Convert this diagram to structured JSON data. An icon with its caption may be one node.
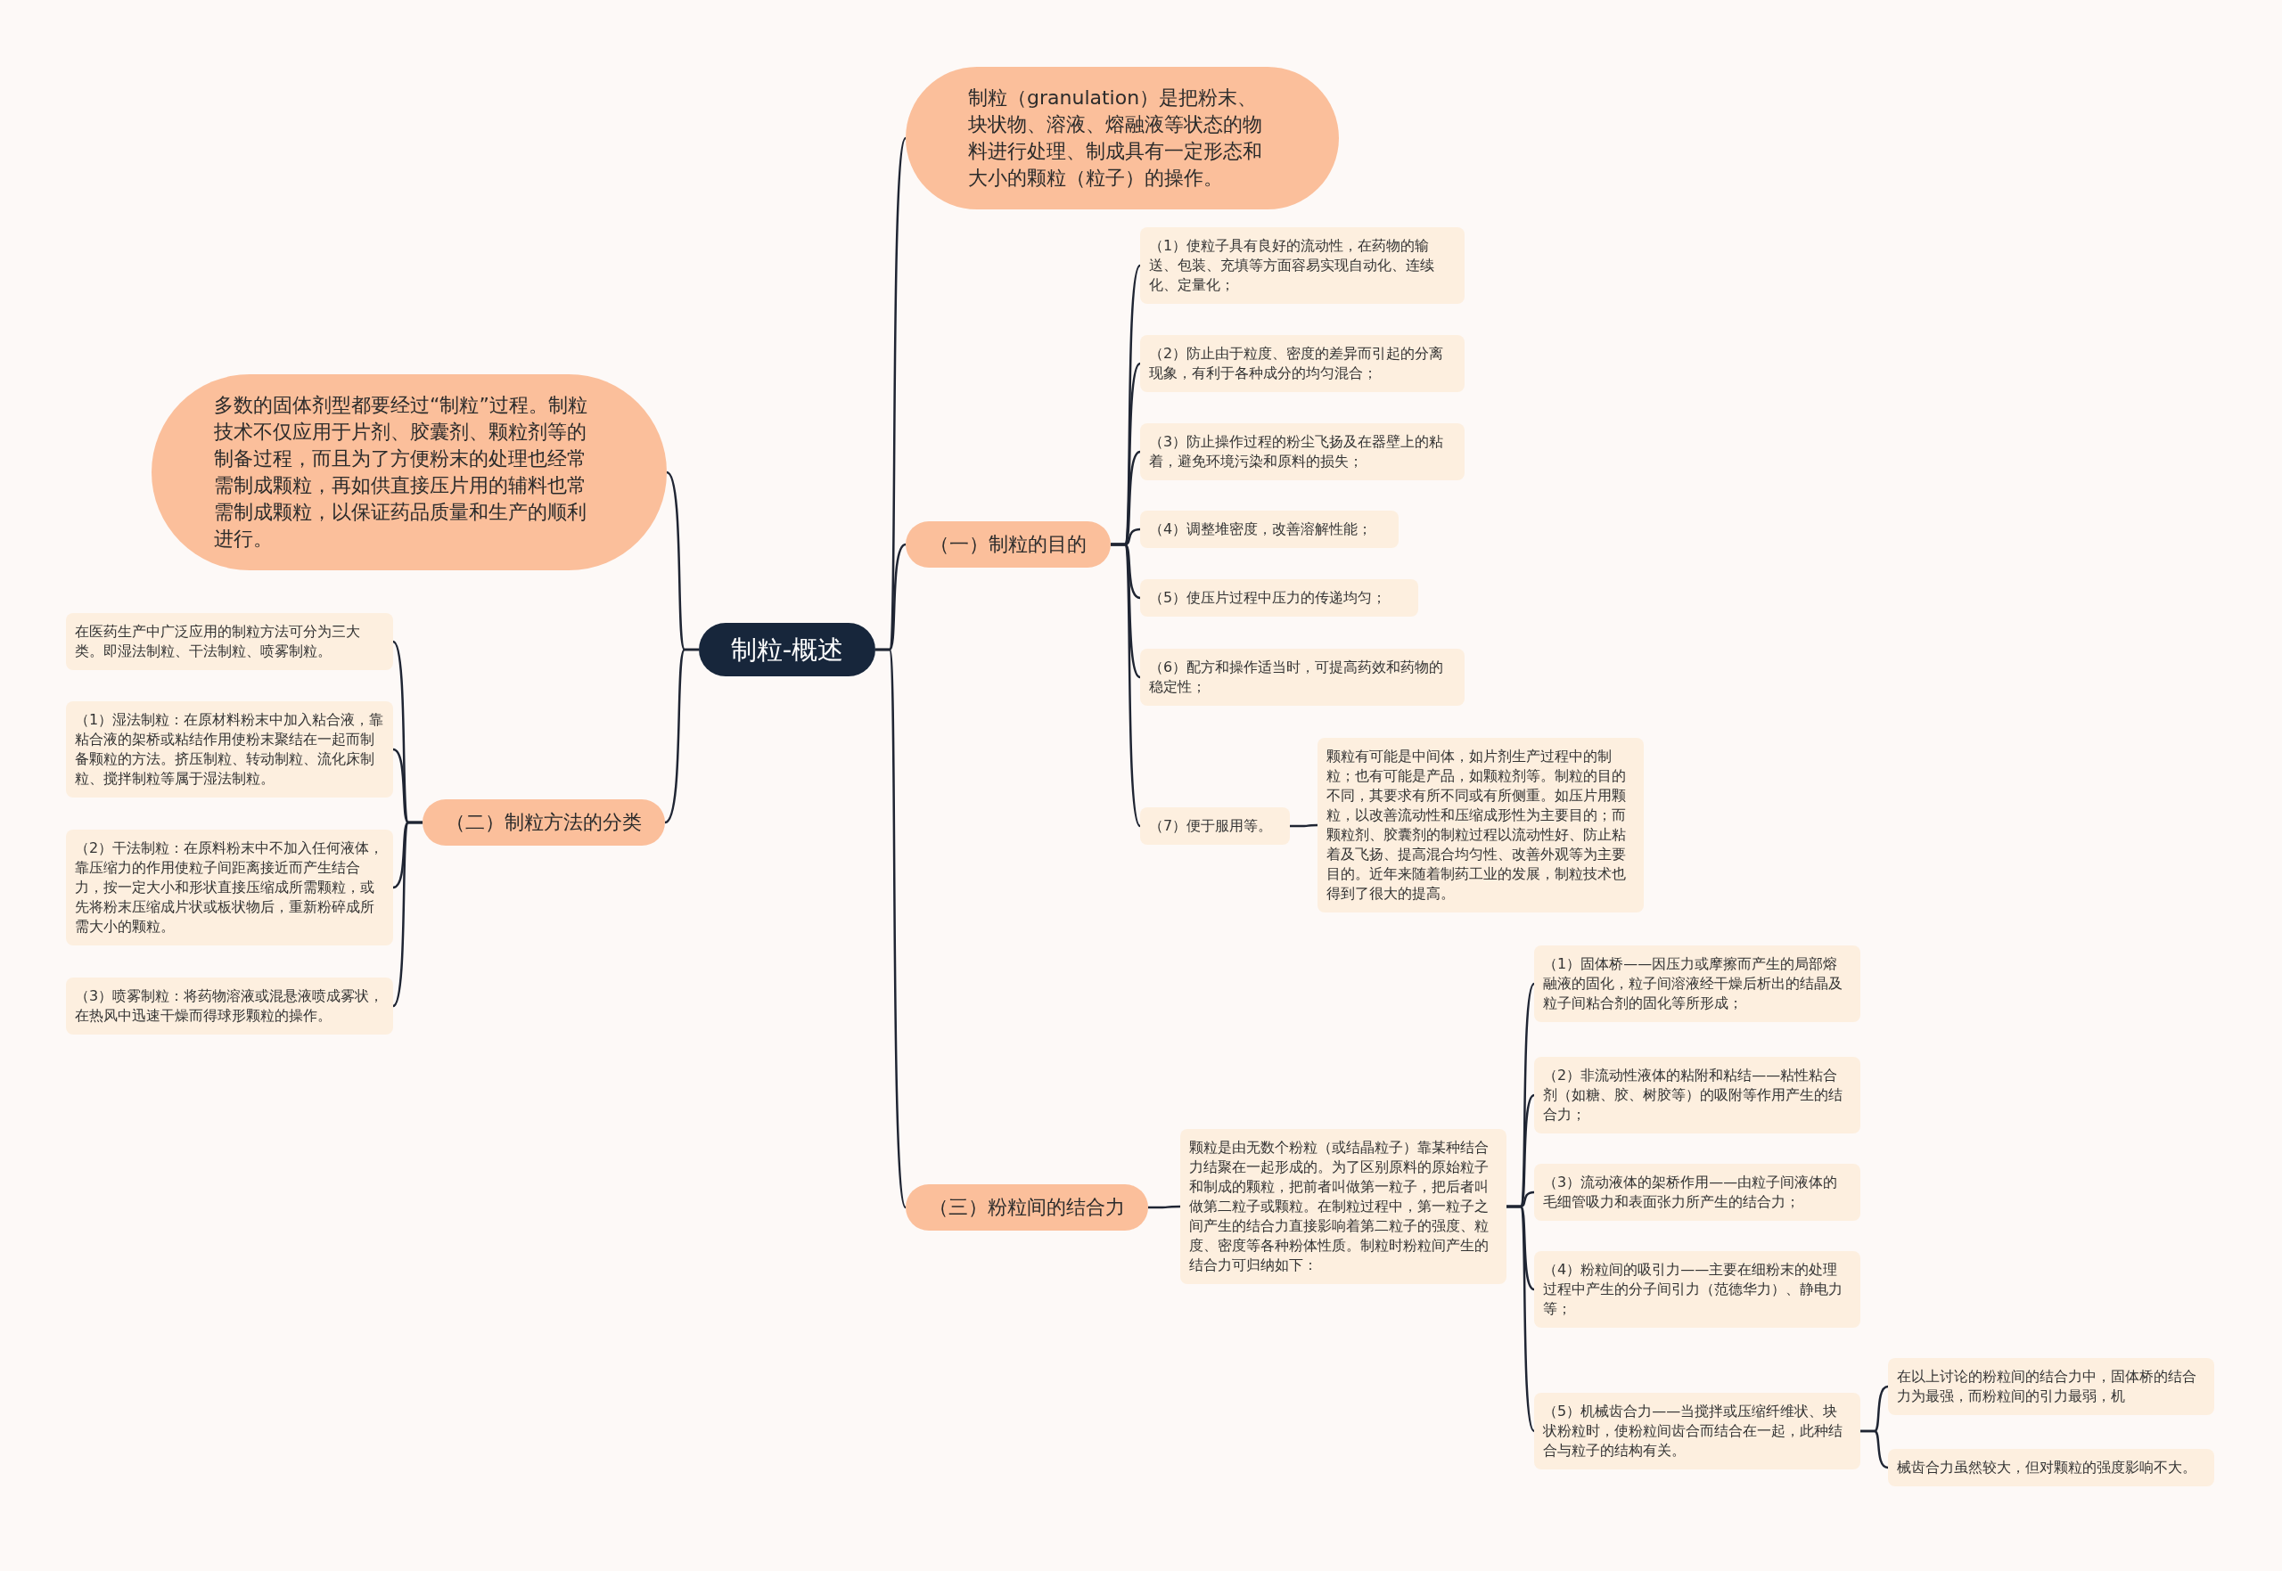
{
  "diagram": {
    "nodes": [
      {
        "text": [
          "制粒-概述"
        ]
      },
      {
        "text": [
          "制粒（granulation）是把粉末、块状物、溶液、熔融液等状态的物料进行处理、制成具有一定形态和大小的颗粒（粒子）的操作。"
        ]
      },
      {
        "text": [
          "多数的固体剂型都要经过“制粒”过程。制粒技术不仅应用于片剂、胶囊剂、颗粒剂等的制备过程，而且为了方便粉末的处理也经常需制成颗粒，再如供直接压片用的辅料也常需制成颗粒，以保证药品质量和生产的顺利进行。"
        ]
      },
      {
        "text": [
          "（一）制粒的目的"
        ]
      },
      {
        "text": [
          "（1）使粒子具有良好的流动性，在药物的输送、包装、充填等方面容易实现自动化、连续化、定量化；"
        ]
      },
      {
        "text": [
          "（2）防止由于粒度、密度的差异而引起的分离现象，有利于各种成分的均匀混合；"
        ]
      },
      {
        "text": [
          "（3）防止操作过程的粉尘飞扬及在器壁上的粘着，避免环境污染和原料的损失；"
        ]
      },
      {
        "text": [
          "（4）调整堆密度，改善溶解性能；"
        ]
      },
      {
        "text": [
          "（5）使压片过程中压力的传递均匀；"
        ]
      },
      {
        "text": [
          "（6）配方和操作适当时，可提高药效和药物的稳定性；"
        ]
      },
      {
        "text": [
          "（7）便于服用等。"
        ]
      },
      {
        "text": [
          "颗粒有可能是中间体，如片剂生产过程中的制粒；也有可能是产品，如颗粒剂等。制粒的目的不同，其要求有所不同或有所侧重。如压片用颗粒，以改善流动性和压缩成形性为主要目的；而颗粒剂、胶囊剂的制粒过程以流动性好、防止粘着及飞扬、提高混合均匀性、改善外观等为主要目的。近年来随着制药工业的发展，制粒技术也得到了很大的提高。"
        ]
      },
      {
        "text": [
          "（二）制粒方法的分类"
        ]
      },
      {
        "text": [
          "在医药生产中广泛应用的制粒方法可分为三大类。即湿法制粒、干法制粒、喷雾制粒。"
        ]
      },
      {
        "text": [
          "（1）湿法制粒：在原材料粉末中加入粘合液，靠粘合液的架桥或粘结作用使粉末聚结在一起而制备颗粒的方法。挤压制粒、转动制粒、流化床制粒、搅拌制粒等属于湿法制粒。"
        ]
      },
      {
        "text": [
          "（2）干法制粒：在原料粉末中不加入任何液体，靠压缩力的作用使粒子间距离接近而产生结合力，按一定大小和形状直接压缩成所需颗粒，或先将粉末压缩成片状或板状物后，重新粉碎成所需大小的颗粒。"
        ]
      },
      {
        "text": [
          "（3）喷雾制粒：将药物溶液或混悬液喷成雾状，在热风中迅速干燥而得球形颗粒的操作。"
        ]
      },
      {
        "text": [
          "（三）粉粒间的结合力"
        ]
      },
      {
        "text": [
          "颗粒是由无数个粉粒（或结晶粒子）靠某种结合力结聚在一起形成的。为了区别原料的原始粒子和制成的颗粒，把前者叫做第一粒子，把后者叫做第二粒子或颗粒。在制粒过程中，第一粒子之间产生的结合力直接影响着第二粒子的强度、粒度、密度等各种粉体性质。制粒时粉粒间产生的结合力可归纳如下："
        ]
      },
      {
        "text": [
          "（1）固体桥——因压力或摩擦而产生的局部熔融液的固化，粒子间溶液经干燥后析出的结晶及粒子间粘合剂的固化等所形成；"
        ]
      },
      {
        "text": [
          "（2）非流动性液体的粘附和粘结——粘性粘合剂（如糖、胶、树胶等）的吸附等作用产生的结合力；"
        ]
      },
      {
        "text": [
          "（3）流动液体的架桥作用——由粒子间液体的毛细管吸力和表面张力所产生的结合力；"
        ]
      },
      {
        "text": [
          "（4）粉粒间的吸引力——主要在细粉末的处理过程中产生的分子间引力（范德华力）、静电力等；"
        ]
      },
      {
        "text": [
          "（5）机械齿合力——当搅拌或压缩纤维状、块状粉粒时，使粉粒间齿合而结合在一起，此种结合与粒子的结构有关。"
        ]
      },
      {
        "text": [
          "在以上讨论的粉粒间的结合力中，固体桥的结合力为最强，而粉粒间的引力最弱，机"
        ]
      },
      {
        "text": [
          "械齿合力虽然较大，但对颗粒的强度影响不大。"
        ]
      }
    ],
    "edges": [
      {
        "from": 0,
        "to": 1,
        "arrow": "none"
      },
      {
        "from": 0,
        "to": 2,
        "arrow": "none"
      },
      {
        "from": 0,
        "to": 3,
        "arrow": "none"
      },
      {
        "from": 3,
        "to": 4,
        "arrow": "none"
      },
      {
        "from": 3,
        "to": 5,
        "arrow": "none"
      },
      {
        "from": 3,
        "to": 6,
        "arrow": "none"
      },
      {
        "from": 3,
        "to": 7,
        "arrow": "none"
      },
      {
        "from": 3,
        "to": 8,
        "arrow": "none"
      },
      {
        "from": 3,
        "to": 9,
        "arrow": "none"
      },
      {
        "from": 3,
        "to": 10,
        "arrow": "none"
      },
      {
        "from": 10,
        "to": 11,
        "arrow": "none"
      },
      {
        "from": 0,
        "to": 12,
        "arrow": "none"
      },
      {
        "from": 12,
        "to": 13,
        "arrow": "none"
      },
      {
        "from": 12,
        "to": 14,
        "arrow": "none"
      },
      {
        "from": 12,
        "to": 15,
        "arrow": "none"
      },
      {
        "from": 12,
        "to": 16,
        "arrow": "none"
      },
      {
        "from": 0,
        "to": 17,
        "arrow": "none"
      },
      {
        "from": 17,
        "to": 18,
        "arrow": "none"
      },
      {
        "from": 18,
        "to": 19,
        "arrow": "none"
      },
      {
        "from": 18,
        "to": 20,
        "arrow": "none"
      },
      {
        "from": 18,
        "to": 21,
        "arrow": "none"
      },
      {
        "from": 18,
        "to": 22,
        "arrow": "none"
      },
      {
        "from": 18,
        "to": 23,
        "arrow": "none"
      },
      {
        "from": 23,
        "to": 24,
        "arrow": "none"
      },
      {
        "from": 23,
        "to": 25,
        "arrow": "none"
      }
    ]
  }
}
